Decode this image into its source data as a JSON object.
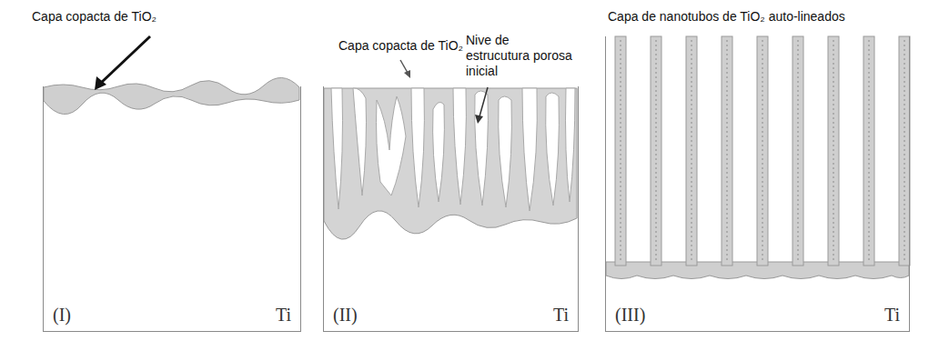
{
  "diagram": {
    "nodes": [
      {
        "text": [
          "(I)",
          "Ti"
        ]
      },
      {
        "text": [
          "(II)",
          "Ti"
        ]
      },
      {
        "text": [
          "(III)",
          "Ti"
        ]
      }
    ],
    "labels": [
      "Capa copacta de TiO₂",
      "Capa copacta de TiO₂",
      "Nive de estrucutura porosa inicial",
      "Capa de nanotubos de TiO₂ auto-lineados"
    ]
  }
}
